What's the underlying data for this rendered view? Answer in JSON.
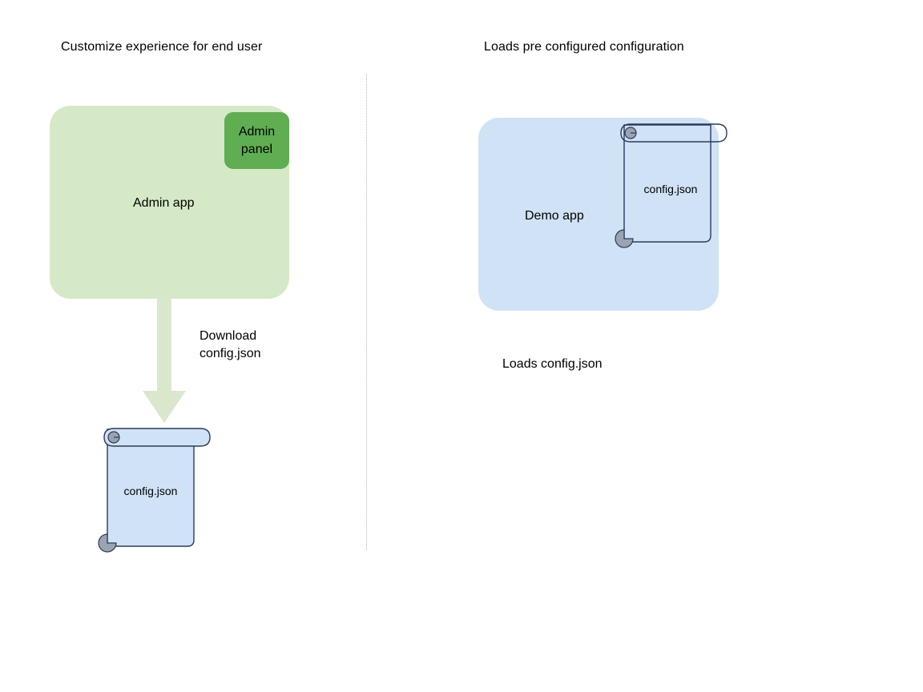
{
  "diagram": {
    "columns": [
      {
        "id": "left",
        "title": "Customize experience for end user"
      },
      {
        "id": "right",
        "title": "Loads pre configured configuration"
      }
    ],
    "left": {
      "app_label": "Admin app",
      "panel_label": "Admin\npanel",
      "panel_label_line1": "Admin",
      "panel_label_line2": "panel",
      "flow_label_line1": "Download",
      "flow_label_line2": "config.json",
      "document_label": "config.json"
    },
    "right": {
      "app_label": "Demo app",
      "document_label": "config.json",
      "flow_label": "Loads config.json"
    },
    "colors": {
      "admin_app_fill": "#d6e9c6",
      "admin_panel_fill": "#5fae52",
      "demo_app_fill": "#d0e2f5",
      "document_fill": "#d0e2f5",
      "document_stroke": "#2b3a5c",
      "roll_knob_fill": "#9aa4b0",
      "arrow_fill": "#d9e8cc",
      "divider_stroke": "#b4b4b4",
      "text": "#000000",
      "background": "#ffffff"
    }
  }
}
